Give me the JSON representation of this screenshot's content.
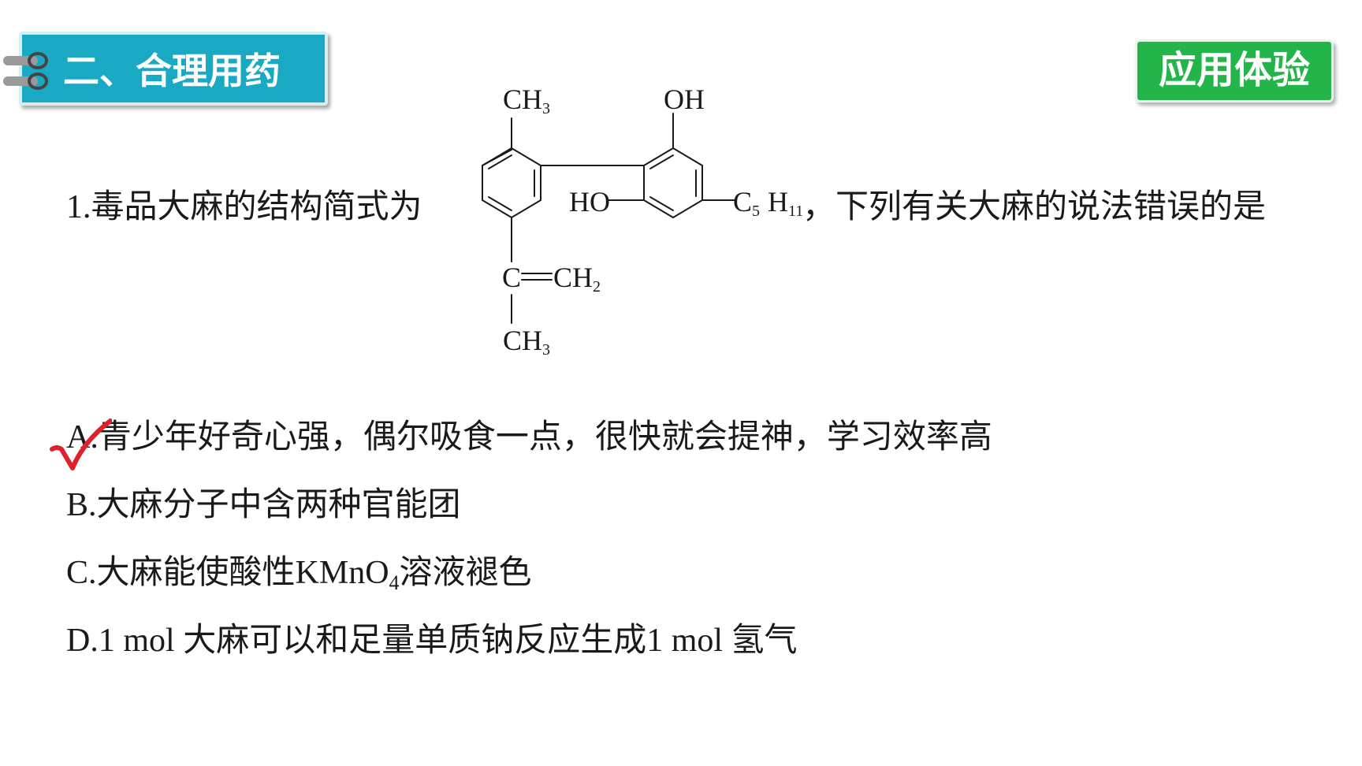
{
  "section": {
    "title": "二、合理用药"
  },
  "badge": {
    "label": "应用体验"
  },
  "question": {
    "number": "1.",
    "stem_before": "毒品大麻的结构简式为",
    "stem_after": "，下列有关大麻的说法错误的是"
  },
  "molecule": {
    "top_methyl": "CH",
    "top_methyl_sub": "3",
    "hydroxyl_top": "OH",
    "hydroxyl_middle": "HO",
    "pentyl_c": "C",
    "pentyl_c_sub": "5",
    "pentyl_h": "H",
    "pentyl_h_sub": "11",
    "vinyl_c": "C",
    "vinyl_ch2": "CH",
    "vinyl_ch2_sub": "2",
    "bottom_methyl": "CH",
    "bottom_methyl_sub": "3"
  },
  "options": [
    {
      "letter": "A.",
      "text": "青少年好奇心强，偶尔吸食一点，很快就会提神，学习效率高"
    },
    {
      "letter": "B.",
      "text": "大麻分子中含两种官能团"
    },
    {
      "letter": "C.",
      "text_before": "大麻能使酸性",
      "formula": "KMnO",
      "formula_sub": "4",
      "text_after": "溶液褪色"
    },
    {
      "letter": "D.",
      "amount1": "1 mol ",
      "text_mid": "大麻可以和足量单质钠反应生成",
      "amount2": "1 mol ",
      "text_end": "氢气"
    }
  ],
  "answer_mark": {
    "option": "A",
    "color": "#e0202a"
  },
  "colors": {
    "section_tab": "#1aa9c2",
    "badge": "#23b54a",
    "text": "#1a1a1a"
  },
  "icons": [
    "notebook-ring-icon",
    "check-mark-icon"
  ]
}
